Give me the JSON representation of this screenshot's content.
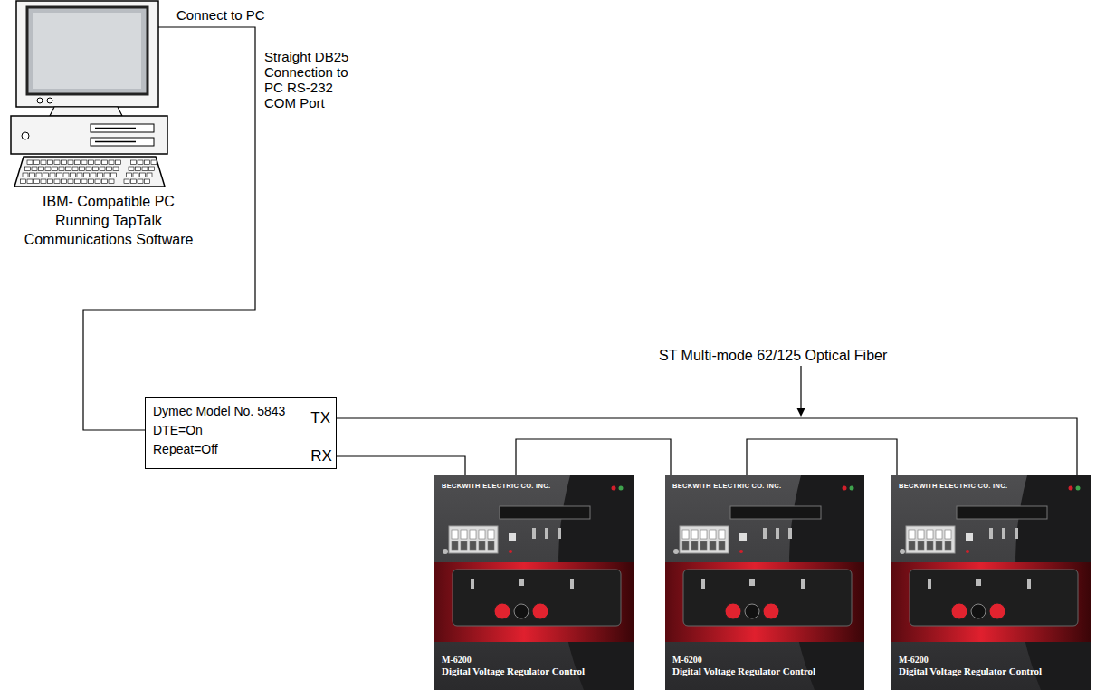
{
  "diagram": {
    "nodes": [
      {
        "text": [
          "IBM- Compatible PC Running TapTalk Communications Software"
        ]
      },
      {
        "text": [
          "Dymec Model No. 5843",
          "DTE=On",
          "Repeat=Off",
          "TX",
          "RX"
        ]
      },
      {
        "text": [
          "BECKWITH ELECTRIC CO. INC.",
          "M-6200",
          "Digital Voltage Regulator Control"
        ]
      },
      {
        "text": [
          "BECKWITH ELECTRIC CO. INC.",
          "M-6200",
          "Digital Voltage Regulator Control"
        ]
      },
      {
        "text": [
          "BECKWITH ELECTRIC CO. INC.",
          "M-6200",
          "Digital Voltage Regulator Control"
        ]
      }
    ],
    "edges": [
      {
        "from": 0,
        "to": 1,
        "arrow": "none"
      },
      {
        "from": 1,
        "to": 4,
        "arrow": "none"
      },
      {
        "from": 1,
        "to": 2,
        "arrow": "none"
      },
      {
        "from": 2,
        "to": 3,
        "arrow": "none"
      },
      {
        "from": 3,
        "to": 4,
        "arrow": "none"
      }
    ],
    "labels": [
      "Connect to PC",
      "Straight DB25 Connection to PC RS-232 COM Port",
      "ST Multi-mode 62/125 Optical Fiber"
    ]
  }
}
